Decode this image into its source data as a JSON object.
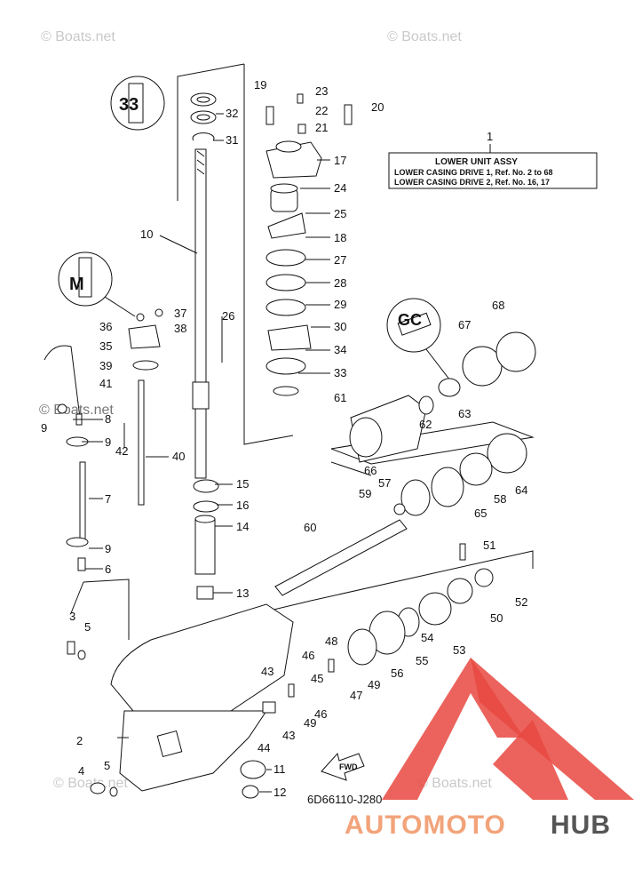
{
  "watermarks": [
    "© Boats.net",
    "© Boats.net",
    "© Boats.net",
    "© Boats.net",
    "© Boats.net"
  ],
  "ref_box": {
    "number": "1",
    "title": "LOWER UNIT ASSY",
    "line1": "LOWER CASING DRIVE 1,  Ref. No. 2 to 68",
    "line2": "LOWER CASING DRIVE 2,  Ref. No. 16, 17"
  },
  "drawing_code": "6D66110-J280",
  "fwd_label": "FWD",
  "brand": {
    "part1": "AUTOMOTO",
    "part2": "HUB",
    "color1": "#f2a37a",
    "color2": "#555555",
    "logo_color": "#e8483f"
  },
  "parts": [
    "2",
    "3",
    "4",
    "5",
    "5",
    "6",
    "7",
    "8",
    "9",
    "9",
    "9",
    "9",
    "10",
    "11",
    "12",
    "13",
    "14",
    "15",
    "16",
    "17",
    "18",
    "19",
    "20",
    "21",
    "22",
    "23",
    "24",
    "25",
    "26",
    "27",
    "28",
    "29",
    "30",
    "31",
    "32",
    "33",
    "34",
    "35",
    "36",
    "37",
    "38",
    "39",
    "40",
    "41",
    "42",
    "43",
    "43",
    "44",
    "45",
    "46",
    "46",
    "47",
    "48",
    "49",
    "49",
    "50",
    "51",
    "52",
    "53",
    "54",
    "55",
    "56",
    "57",
    "58",
    "59",
    "60",
    "61",
    "62",
    "63",
    "64",
    "65",
    "66",
    "67",
    "68"
  ],
  "tool_icons": [
    "tool-33",
    "tool-m",
    "tool-c"
  ]
}
